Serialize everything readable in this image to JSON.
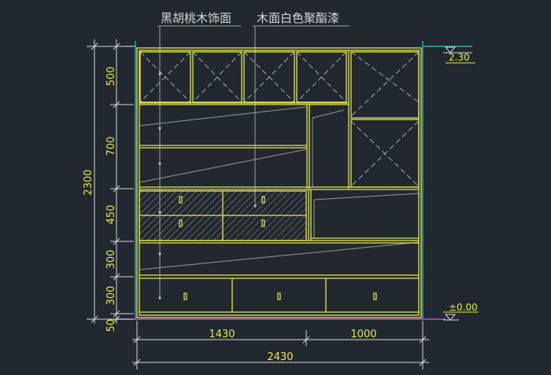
{
  "labels": {
    "material_1": "黑胡桃木饰面",
    "material_2": "木面白色聚酯漆"
  },
  "levels": {
    "top": "2.30",
    "bottom": "±0.00"
  },
  "dimensions": {
    "vertical_total": "2300",
    "vertical_parts": [
      "500",
      "700",
      "450",
      "300",
      "300",
      "50"
    ],
    "horizontal_left": "1430",
    "horizontal_right": "1000",
    "horizontal_total": "2430"
  },
  "colors": {
    "background": "#212830",
    "cabinet_line": "#e8e84a",
    "dimension_line": "#d8d8d8",
    "dimension_text": "#e8e84a",
    "leader_line": "#a0a0a0",
    "label_text": "#d8d8d8",
    "ground_line": "#d040d0",
    "side_line": "#30c8c8",
    "hatch": "#9a9a9a",
    "dash_line": "#a8a8a8"
  }
}
